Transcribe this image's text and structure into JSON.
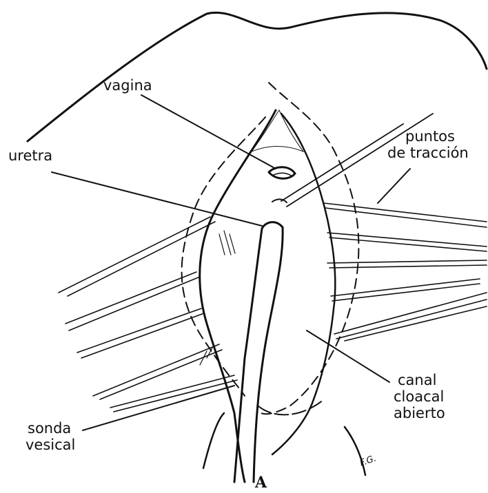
{
  "labels": {
    "vagina": "vagina",
    "uretra": "uretra",
    "puntos_traccion_line1": "puntos",
    "puntos_traccion_line2": "de tracción",
    "canal_line1": "canal",
    "canal_line2": "cloacal",
    "canal_line3": "abierto",
    "sonda_line1": "sonda",
    "sonda_line2": "vesical"
  },
  "signature": "F.G.",
  "caption": "A",
  "colors": {
    "ink": "#111111",
    "background": "#ffffff"
  }
}
